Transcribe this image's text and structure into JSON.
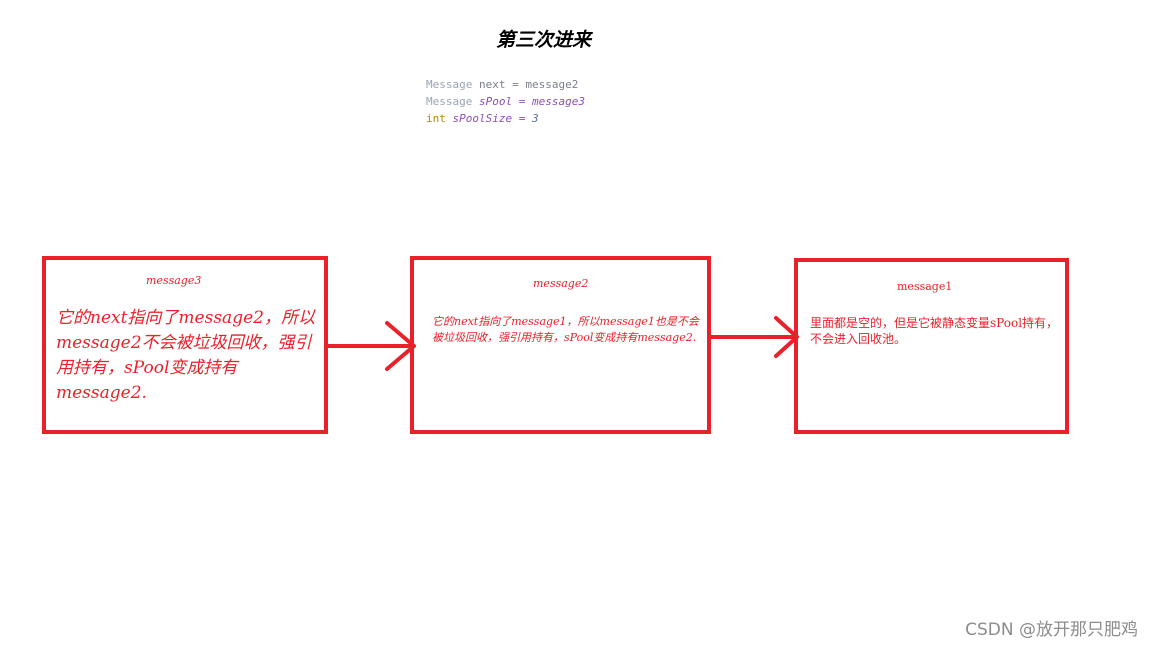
{
  "title": "第三次进来",
  "code": {
    "line1": {
      "type": "Message",
      "name": "next",
      "eq": " = ",
      "value": "message2"
    },
    "line2": {
      "type": "Message",
      "name": "sPool",
      "eq": " = ",
      "value": "message3"
    },
    "line3": {
      "type": "int",
      "name": "sPoolSize",
      "eq": " = ",
      "value": "3"
    }
  },
  "boxes": [
    {
      "heading": "message3",
      "text": "它的next指向了message2，所以message2不会被垃圾回收，强引用持有，sPool变成持有message2."
    },
    {
      "heading": "message2",
      "text": "它的next指向了message1，所以message1也是不会被垃圾回收，强引用持有，sPool变成持有message2."
    },
    {
      "heading": "message1",
      "text": "里面都是空的，但是它被静态变量sPool持有，不会进入回收池。"
    }
  ],
  "watermark": "CSDN @放开那只肥鸡",
  "colors": {
    "accent": "#e8212b"
  }
}
